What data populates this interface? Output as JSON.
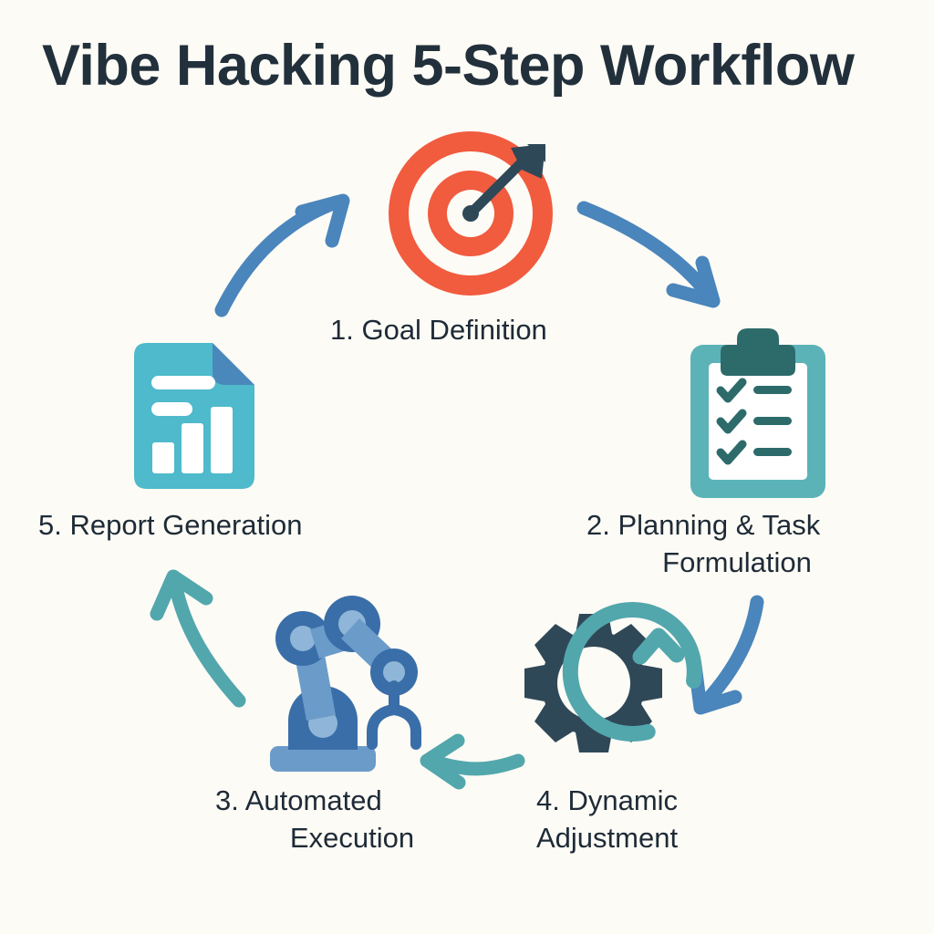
{
  "page": {
    "title": "Vibe Hacking 5-Step Workflow",
    "background_color": "#fdfbf5",
    "text_color": "#1e2b37",
    "layout": "circular-cycle-diagram"
  },
  "palette": {
    "background": "#fdfbf5",
    "title_text": "#22303c",
    "label_text": "#1e2b37",
    "target_orange": "#f15b3e",
    "dark_slate": "#2f4858",
    "clipboard_teal": "#5bb3b8",
    "clipboard_dark_teal": "#2d6b6b",
    "document_cyan": "#4ebacb",
    "document_fold_blue": "#4a88bc",
    "robot_light_blue": "#6b9bc9",
    "robot_dark_blue": "#3a6ea8",
    "robot_joint_blue": "#8fb6d8",
    "arrow_blue": "#4a85bc",
    "arrow_teal": "#52a7ad",
    "white": "#ffffff"
  },
  "steps": [
    {
      "number": "1",
      "label": "1. Goal Definition",
      "icon": "target-dartboard-icon",
      "icon_colors": [
        "#f15b3e",
        "#ffffff",
        "#2f4858"
      ],
      "position": "top-center"
    },
    {
      "number": "2",
      "label_line1": "2. Planning & Task",
      "label_line2": "Formulation",
      "label": "2. Planning & Task Formulation",
      "icon": "clipboard-checklist-icon",
      "icon_colors": [
        "#5bb3b8",
        "#2d6b6b",
        "#ffffff"
      ],
      "position": "right"
    },
    {
      "number": "3",
      "label_line1": "3. Automated",
      "label_line2": "Execution",
      "label": "3. Automated Execution",
      "icon": "robot-arm-icon",
      "icon_colors": [
        "#6b9bc9",
        "#3a6ea8",
        "#8fb6d8"
      ],
      "position": "bottom-left"
    },
    {
      "number": "4",
      "label_line1": "4. Dynamic",
      "label_line2": "Adjustment",
      "label": "4. Dynamic Adjustment",
      "icon": "gear-refresh-icon",
      "icon_colors": [
        "#2f4858",
        "#52a7ad"
      ],
      "position": "bottom-right"
    },
    {
      "number": "5",
      "label": "5. Report Generation",
      "icon": "document-chart-report-icon",
      "icon_colors": [
        "#4ebacb",
        "#4a88bc",
        "#ffffff"
      ],
      "position": "left"
    }
  ],
  "arrows": [
    {
      "name": "arrow-step1-to-step2",
      "from": "1. Goal Definition",
      "to": "2. Planning & Task Formulation",
      "direction": "down-right",
      "color": "#4a85bc"
    },
    {
      "name": "arrow-step2-to-step4",
      "from": "2. Planning & Task Formulation",
      "to": "4. Dynamic Adjustment",
      "direction": "down-left",
      "color": "#4a85bc"
    },
    {
      "name": "arrow-step4-to-step3",
      "from": "4. Dynamic Adjustment",
      "to": "3. Automated Execution",
      "direction": "left",
      "color": "#52a7ad"
    },
    {
      "name": "arrow-step3-to-step5",
      "from": "3. Automated Execution",
      "to": "5. Report Generation",
      "direction": "up-left",
      "color": "#52a7ad"
    },
    {
      "name": "arrow-step5-to-step1",
      "from": "5. Report Generation",
      "to": "1. Goal Definition",
      "direction": "up-right",
      "color": "#4a85bc"
    }
  ]
}
